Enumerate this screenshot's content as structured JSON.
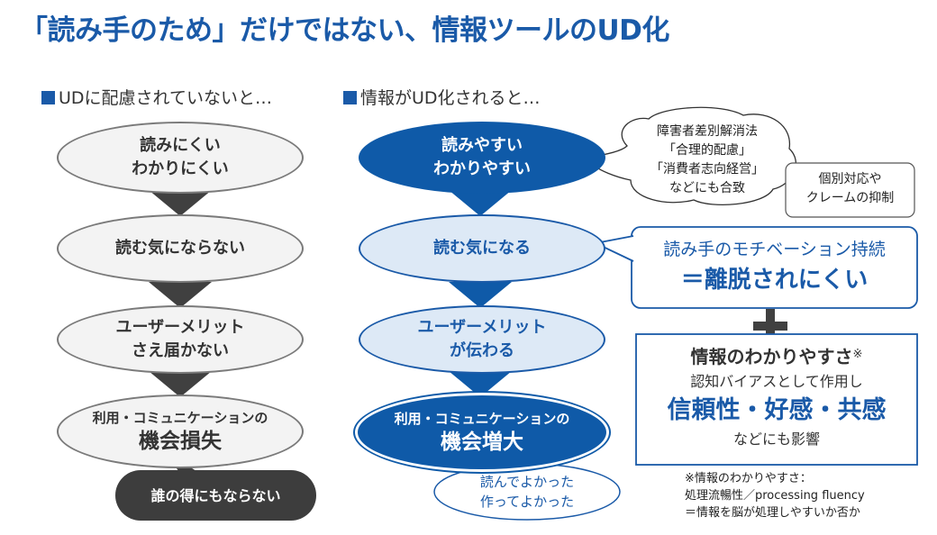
{
  "title": "「読み手のため」だけではない、情報ツールのUD化",
  "left": {
    "heading": "UDに配慮されていないと…",
    "steps": [
      {
        "line1": "読みにくい",
        "line2": "わかりにくい"
      },
      {
        "line1": "読む気にならない"
      },
      {
        "line1": "ユーザーメリット",
        "line2": "さえ届かない"
      },
      {
        "line1": "利用・コミュニケーションの",
        "line2": "機会損失"
      }
    ],
    "callout": "誰の得にもならない"
  },
  "right": {
    "heading": "情報がUD化されると…",
    "steps": [
      {
        "line1": "読みやすい",
        "line2": "わかりやすい"
      },
      {
        "line1": "読む気になる"
      },
      {
        "line1": "ユーザーメリット",
        "line2": "が伝わる"
      },
      {
        "line1": "利用・コミュニケーションの",
        "line2": "機会増大"
      }
    ],
    "callout": {
      "line1": "読んでよかった",
      "line2": "作ってよかった"
    }
  },
  "cloud": {
    "line1": "障害者差別解消法",
    "line2": "「合理的配慮」",
    "line3": "「消費者志向経営」",
    "line4": "などにも合致"
  },
  "small_note": {
    "line1": "個別対応や",
    "line2": "クレームの抑制"
  },
  "motivation": {
    "line1": "読み手のモチベーション持続",
    "line2": "＝離脱されにくい"
  },
  "plus": "＋",
  "fluency_box": {
    "line1": "情報のわかりやすさ",
    "mark": "※",
    "line2": "認知バイアスとして作用し",
    "line3": "信頼性・好感・共感",
    "line4": "などにも影響"
  },
  "footnote": {
    "line1": "※情報のわかりやすさ：",
    "line2": "処理流暢性／processing fluency",
    "line3": "＝情報を脳が処理しやすいか否か"
  },
  "colors": {
    "brand_blue": "#1a5aa8",
    "dark_blue": "#0f5aa8",
    "light_blue": "#dde9f6",
    "gray": "#7a7a7a",
    "dark_gray": "#404040"
  }
}
